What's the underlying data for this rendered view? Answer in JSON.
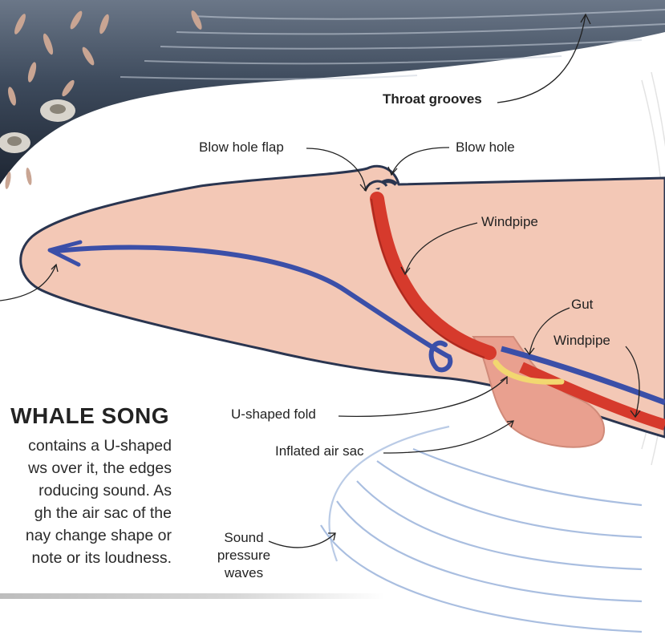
{
  "labels": {
    "throat_grooves": "Throat grooves",
    "blow_hole_flap": "Blow hole flap",
    "blow_hole": "Blow hole",
    "windpipe_upper": "Windpipe",
    "gut": "Gut",
    "windpipe_lower": "Windpipe",
    "u_shaped_fold": "U-shaped fold",
    "inflated_air_sac": "Inflated air sac",
    "sound_pressure_waves": [
      "Sound",
      "pressure",
      "waves"
    ]
  },
  "panel": {
    "heading": "WHALE SONG",
    "body_lines": [
      "contains a U-shaped",
      "ws over it, the edges",
      "roducing sound. As",
      "gh the air sac of the",
      "nay change shape or",
      "note or its loudness."
    ]
  },
  "colors": {
    "skin": "#f3c8b6",
    "skin_outline": "#2a3550",
    "windpipe": "#d63a2c",
    "gut": "#3b4fa8",
    "air_sac": "#e9a08f",
    "fold": "#f2d770",
    "sound_waves": "#a9bee0",
    "whale_body": "#3d4a5c"
  }
}
